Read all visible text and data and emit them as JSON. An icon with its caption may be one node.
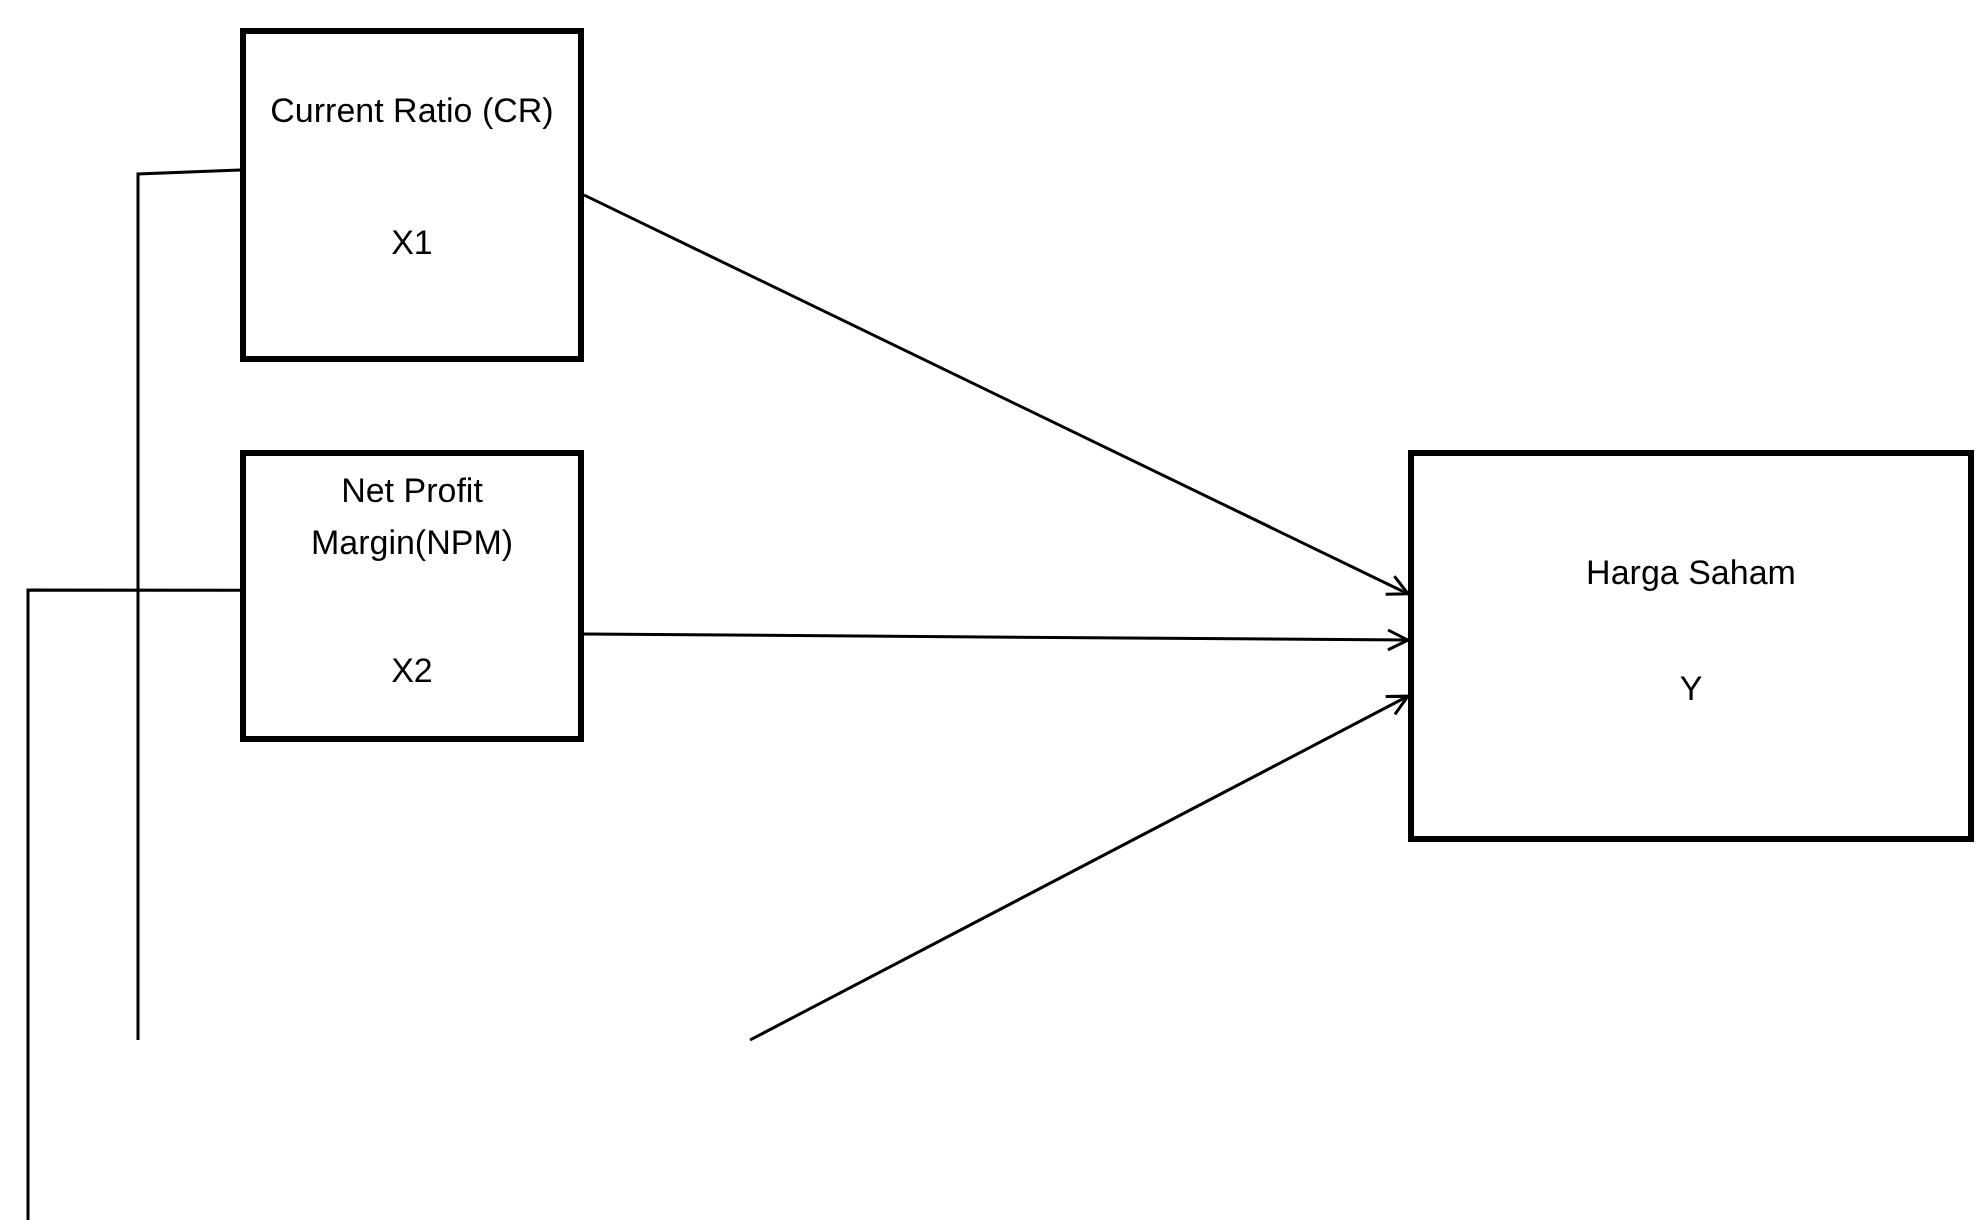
{
  "diagram": {
    "nodes": [
      {
        "text": [
          "Current Ratio (CR)",
          "X1"
        ]
      },
      {
        "text": [
          "Net Profit Margin(NPM)",
          "X2"
        ]
      },
      {
        "text": [
          "Harga Saham",
          "Y"
        ]
      }
    ],
    "edges": [
      {
        "from": 0,
        "to": 2,
        "arrow": "to"
      },
      {
        "from": 1,
        "to": 2,
        "arrow": "to"
      },
      {
        "from": null,
        "to": 2,
        "arrow": "to"
      },
      {
        "from": 0,
        "to": null,
        "arrow": "none"
      },
      {
        "from": 1,
        "to": null,
        "arrow": "none"
      }
    ]
  }
}
